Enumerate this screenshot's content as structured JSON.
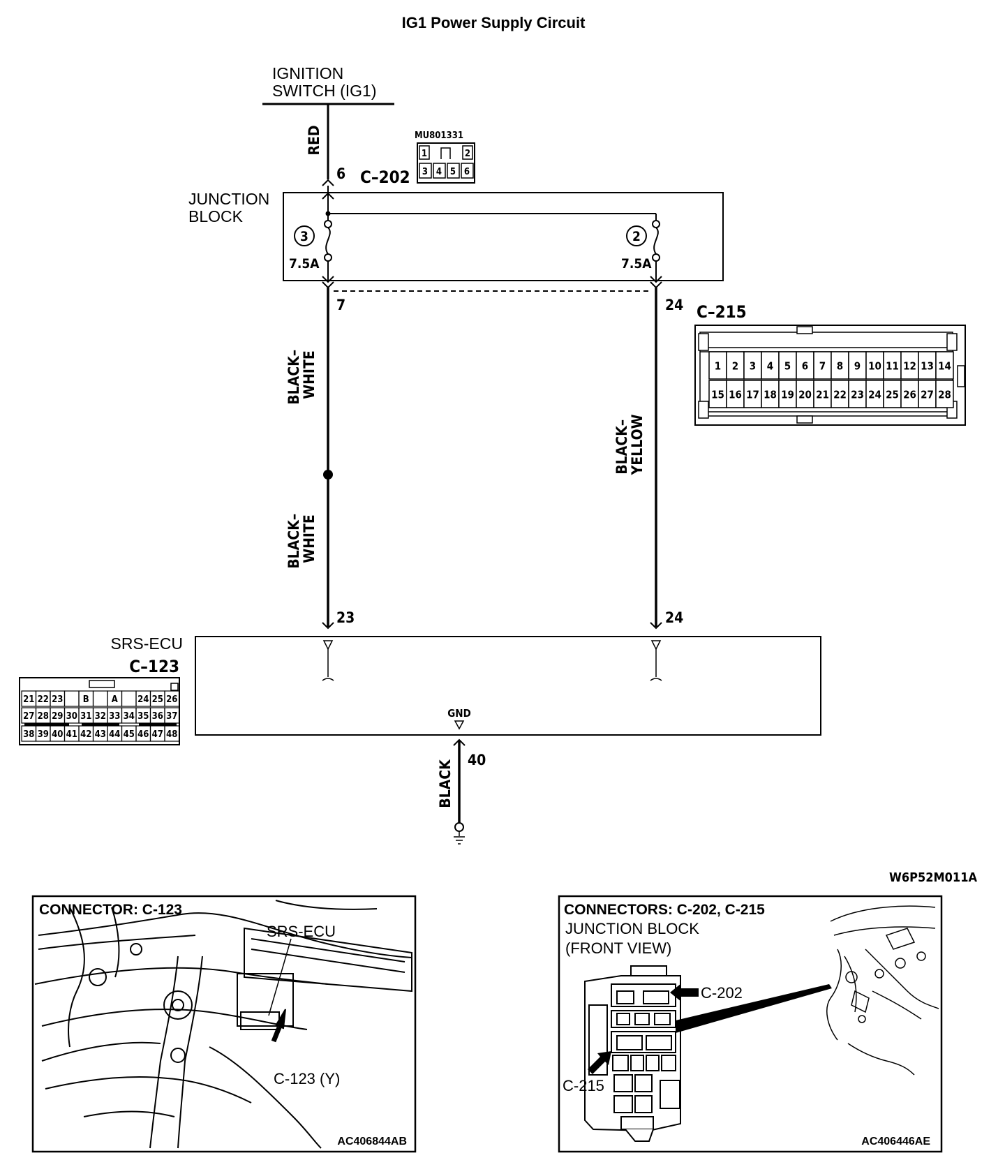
{
  "title": "IG1 Power Supply Circuit",
  "source": {
    "line1": "IGNITION",
    "line2": "SWITCH (IG1)"
  },
  "wires": {
    "red": "RED",
    "black_white": "BLACK–\nWHITE",
    "black_yellow": "BLACK–\nYELLOW",
    "black": "BLACK"
  },
  "c202": {
    "name": "C–202",
    "code": "MU801331",
    "pin_in": "6",
    "pins_top": [
      "1",
      "",
      "2"
    ],
    "pins_bottom": [
      "3",
      "4",
      "5",
      "6"
    ]
  },
  "junction_block": {
    "line1": "JUNCTION",
    "line2": "BLOCK",
    "fuses": [
      {
        "number": "3",
        "rating": "7.5A",
        "out_pin": "7"
      },
      {
        "number": "2",
        "rating": "7.5A",
        "out_pin": "24"
      }
    ]
  },
  "c215": {
    "name": "C–215",
    "row1": [
      "1",
      "2",
      "3",
      "4",
      "5",
      "6",
      "7",
      "8",
      "9",
      "10",
      "11",
      "12",
      "13",
      "14"
    ],
    "row2": [
      "15",
      "16",
      "17",
      "18",
      "19",
      "20",
      "21",
      "22",
      "23",
      "24",
      "25",
      "26",
      "27",
      "28"
    ]
  },
  "srs_ecu": {
    "name": "SRS-ECU",
    "connector": "C–123",
    "pin_left": "23",
    "pin_right": "24",
    "gnd_label": "GND",
    "gnd_pin": "40",
    "row1": [
      "21",
      "22",
      "23",
      "",
      "B",
      "",
      "A",
      "",
      "24",
      "25",
      "26"
    ],
    "row2": [
      "27",
      "28",
      "29",
      "30",
      "31",
      "32",
      "33",
      "34",
      "35",
      "36",
      "37"
    ],
    "row3": [
      "38",
      "39",
      "40",
      "41",
      "42",
      "43",
      "44",
      "45",
      "46",
      "47",
      "48"
    ]
  },
  "diagram_code": "W6P52M011A",
  "panel_left": {
    "heading": "CONNECTOR: C-123",
    "callout_top": "SRS-ECU",
    "callout_bottom": "C-123 (Y)",
    "code": "AC406844AB"
  },
  "panel_right": {
    "heading": "CONNECTORS: C-202, C-215",
    "sub1": "JUNCTION BLOCK",
    "sub2": "(FRONT VIEW)",
    "callout_top": "C-202",
    "callout_bottom": "C-215",
    "code": "AC406446AE"
  }
}
